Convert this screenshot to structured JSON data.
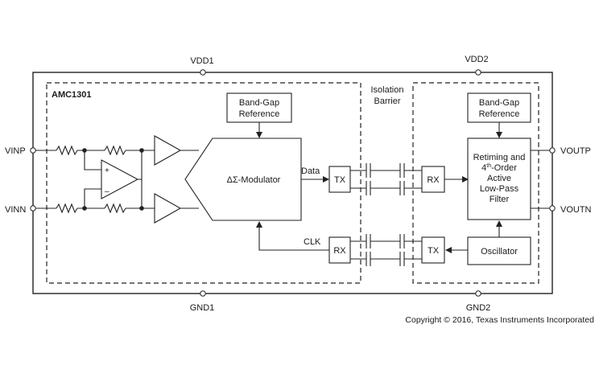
{
  "device": "AMC1301",
  "pins": {
    "vdd1": "VDD1",
    "vdd2": "VDD2",
    "gnd1": "GND1",
    "gnd2": "GND2",
    "vinp": "VINP",
    "vinn": "VINN",
    "voutp": "VOUTP",
    "voutn": "VOUTN"
  },
  "blocks": {
    "bandgap_left": [
      "Band-Gap",
      "Reference"
    ],
    "bandgap_right": [
      "Band-Gap",
      "Reference"
    ],
    "modulator": "ΔΣ-Modulator",
    "tx_left": "TX",
    "rx_left": "RX",
    "rx_right": "RX",
    "tx_right": "TX",
    "oscillator": "Oscillator",
    "filter_line1": "Retiming and",
    "filter_line2_base": "4",
    "filter_line2_sup": "th",
    "filter_line2_rest": "-Order",
    "filter_line3": "Active",
    "filter_line4": "Low-Pass",
    "filter_line5": "Filter",
    "op_plus": "+",
    "op_minus": "–"
  },
  "signals": {
    "data": "Data",
    "clk": "CLK"
  },
  "isolation": [
    "Isolation",
    "Barrier"
  ],
  "copyright": "Copyright © 2016, Texas Instruments Incorporated",
  "colors": {
    "line": "#222222",
    "background": "#ffffff"
  }
}
